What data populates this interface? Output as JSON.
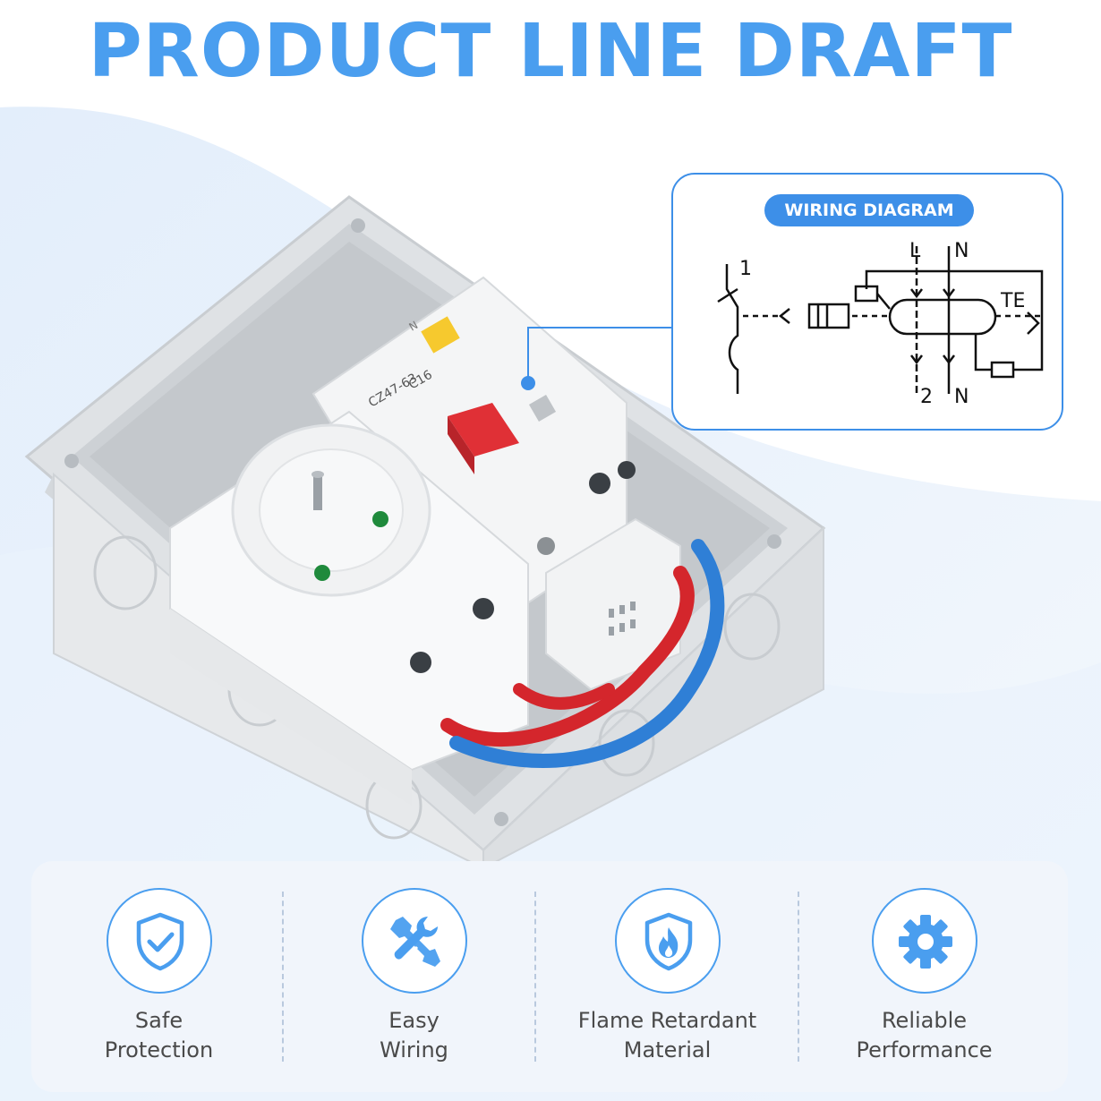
{
  "headline": "PRODUCT LINE DRAFT",
  "callout": {
    "title": "WIRING DIAGRAM",
    "labels": {
      "l_top": "L",
      "n_top": "N",
      "one": "1",
      "te": "TE",
      "two": "2",
      "n_bottom": "N"
    }
  },
  "device": {
    "model": "CZ47-63",
    "rating": "C16",
    "n_marking": "N"
  },
  "features": [
    {
      "line1": "Safe",
      "line2": "Protection",
      "icon": "shield-check-icon"
    },
    {
      "line1": "Easy",
      "line2": "Wiring",
      "icon": "wrench-screwdriver-icon"
    },
    {
      "line1": "Flame Retardant",
      "line2": "Material",
      "icon": "shield-flame-icon"
    },
    {
      "line1": "Reliable",
      "line2": "Performance",
      "icon": "gear-icon"
    }
  ],
  "colors": {
    "accent": "#4a9eef",
    "accent_dark": "#3d8fe8",
    "panel": "#f1f5fb",
    "enclosure": "#e4e6e8"
  }
}
